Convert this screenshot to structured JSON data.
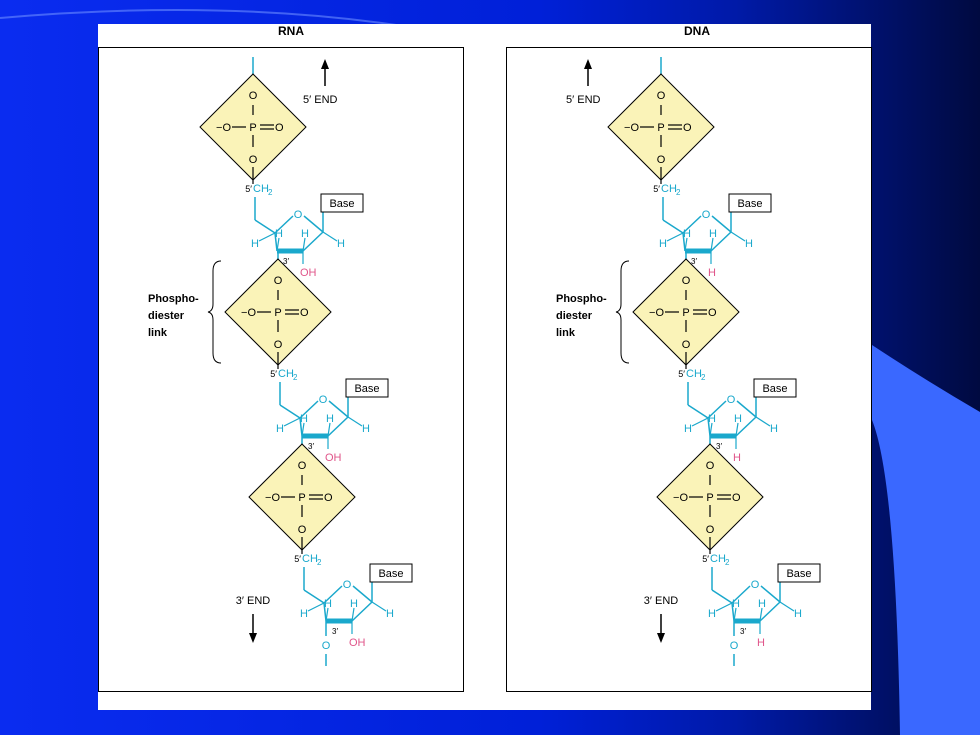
{
  "colors": {
    "background": "#0a2cf0",
    "accent_shape": "#3a68ff",
    "phosphate_fill": "#faf3b8",
    "sugar": "#1aa8cc",
    "hydroxyl": "#e0558a"
  },
  "panels": [
    {
      "title": "RNA",
      "end_top": "5′ END",
      "end_bottom": "3′ END",
      "link_label": [
        "Phospho-",
        "diester",
        "link"
      ],
      "group_2prime": "OH",
      "phosphate": {
        "o": "O",
        "p": "P",
        "o_minus": "−O"
      },
      "sugar": {
        "ch2": "CH",
        "sub2": "2",
        "ring_o": "O",
        "h": "H",
        "pos5": "5′",
        "pos3": "3′",
        "base": "Base"
      }
    },
    {
      "title": "DNA",
      "end_top": "5′ END",
      "end_bottom": "3′ END",
      "link_label": [
        "Phospho-",
        "diester",
        "link"
      ],
      "group_2prime": "H",
      "phosphate": {
        "o": "O",
        "p": "P",
        "o_minus": "−O"
      },
      "sugar": {
        "ch2": "CH",
        "sub2": "2",
        "ring_o": "O",
        "h": "H",
        "pos5": "5′",
        "pos3": "3′",
        "base": "Base"
      }
    }
  ]
}
